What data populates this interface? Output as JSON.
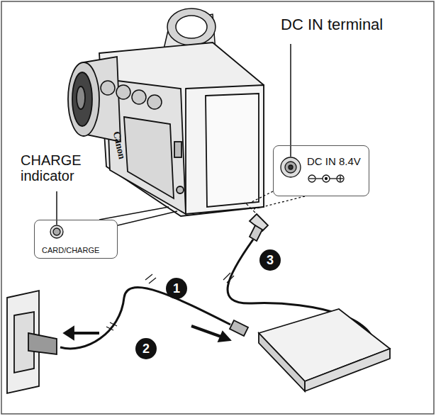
{
  "diagram": {
    "nodes": [
      {
        "text": [
          "DC IN terminal",
          "DC IN 8.4V"
        ]
      },
      {
        "text": [
          "CHARGE indicator",
          "CARD/CHARGE"
        ]
      }
    ],
    "labels": [
      "Canon",
      "1",
      "2",
      "3"
    ]
  }
}
